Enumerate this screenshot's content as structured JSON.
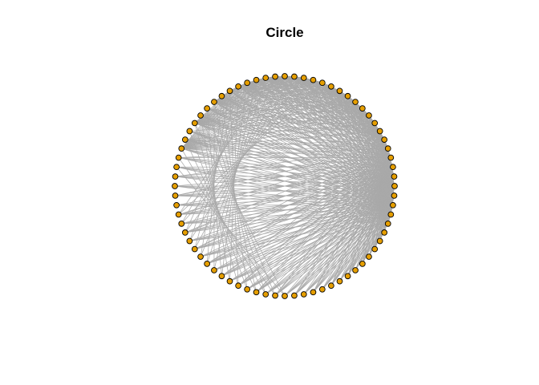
{
  "title": "Circle",
  "graph": {
    "layout": "circle",
    "node_count": 72,
    "node_fill": "#E69F00",
    "node_stroke": "#000000",
    "edge_color": "#A9A9A9",
    "hub_node": 70
  }
}
